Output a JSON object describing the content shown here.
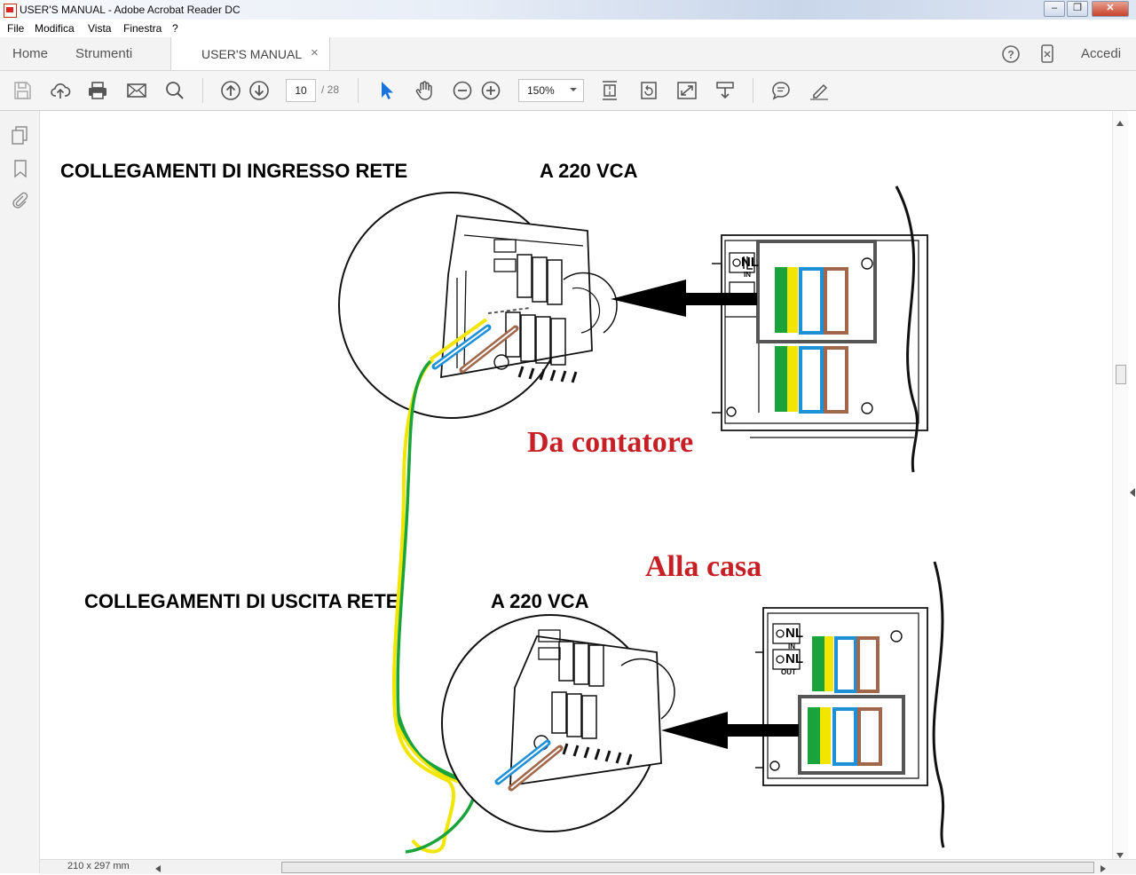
{
  "window": {
    "title": "USER'S MANUAL - Adobe Acrobat Reader DC"
  },
  "menu": [
    "File",
    "Modifica",
    "Vista",
    "Finestra",
    "?"
  ],
  "tabs": {
    "home": "Home",
    "tools": "Strumenti",
    "document": "USER'S MANUAL",
    "close_glyph": "×",
    "signin": "Accedi"
  },
  "toolbar": {
    "page_current": "10",
    "page_total": "/ 28",
    "zoom": "150%"
  },
  "document": {
    "heading_input": "COLLEGAMENTI DI INGRESSO RETE",
    "heading_input_voltage": "A 220 VCA",
    "heading_output": "COLLEGAMENTI DI USCITA RETE",
    "heading_output_voltage": "A 220 VCA",
    "label_from_meter": "Da contatore",
    "label_to_house": "Alla casa",
    "terminal_labels": {
      "nl": "NL",
      "in": "IN",
      "out": "OUT"
    }
  },
  "statusbar": {
    "page_size": "210 x 297 mm"
  },
  "colors": {
    "earth_green": "#1aa33a",
    "earth_yellow": "#f2e600",
    "neutral_blue": "#1e90d6",
    "live_brown": "#a0674a",
    "annotation_red": "#c62026"
  }
}
